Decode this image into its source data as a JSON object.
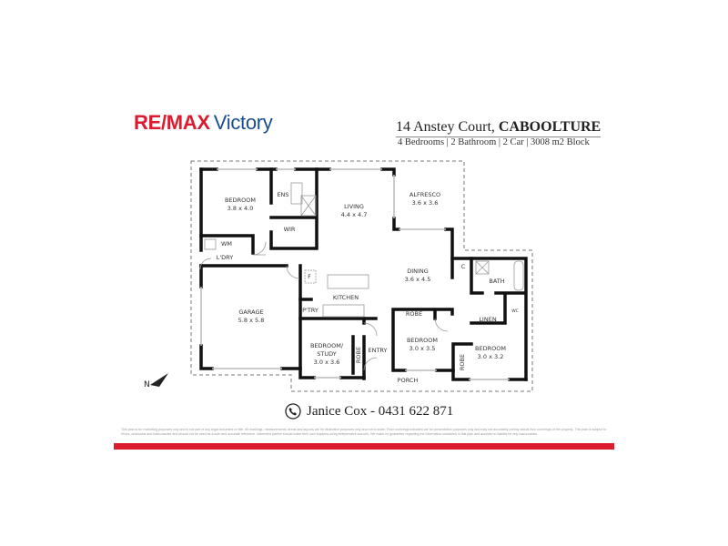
{
  "brand": {
    "part1": "RE/MAX",
    "part2": "Victory",
    "colors": {
      "red": "#dc1c2e",
      "blue": "#1a4e8f"
    }
  },
  "property": {
    "address": "14 Anstey Court,",
    "suburb": "CABOOLTURE",
    "summary": "4 Bedrooms | 2 Bathroom | 2 Car | 3008 m2 Block"
  },
  "rooms": [
    {
      "name": "BEDROOM",
      "size": "3.8 x 4.0"
    },
    {
      "name": "ENS",
      "size": ""
    },
    {
      "name": "WIR",
      "size": ""
    },
    {
      "name": "WM",
      "size": ""
    },
    {
      "name": "L'DRY",
      "size": ""
    },
    {
      "name": "LIVING",
      "size": "4.4 x 4.7"
    },
    {
      "name": "ALFRESCO",
      "size": "3.6 x 3.6"
    },
    {
      "name": "DINING",
      "size": "3.6 x 4.5"
    },
    {
      "name": "F",
      "size": ""
    },
    {
      "name": "KITCHEN",
      "size": ""
    },
    {
      "name": "P'TRY",
      "size": ""
    },
    {
      "name": "GARAGE",
      "size": "5.8 x 5.8"
    },
    {
      "name": "BEDROOM/",
      "size": "STUDY",
      "size2": "3.0 x 3.6"
    },
    {
      "name": "ROBE",
      "size": ""
    },
    {
      "name": "ENTRY",
      "size": ""
    },
    {
      "name": "ROBE",
      "size": ""
    },
    {
      "name": "BEDROOM",
      "size": "3.0 x 3.5"
    },
    {
      "name": "PORCH",
      "size": ""
    },
    {
      "name": "C",
      "size": ""
    },
    {
      "name": "BATH",
      "size": ""
    },
    {
      "name": "LINEN",
      "size": ""
    },
    {
      "name": "WC",
      "size": ""
    },
    {
      "name": "ROBE",
      "size": ""
    },
    {
      "name": "BEDROOM",
      "size": "3.0 x 3.2"
    }
  ],
  "compass": {
    "label": "N",
    "icon": "north-arrow-icon"
  },
  "contact": {
    "icon": "phone-icon",
    "text": "Janice Cox - 0431 622 871"
  },
  "disclaimer": "This plan is for marketing purposes only and is not part of any legal document or title. All markings, measurements, areas and layouts are for illustrative purposes only and not to scale. Floor coverings indicated are for presentation purposes only and may not accurately portray actual floor coverings of the property. This plan is subject to errors, omissions and inaccuracies and should not be used as a sole and accurate reference. Interested parties should make their own inquiries using independent sources. We make no guarantee regarding the information contained in this plan and accepts no liability for any inaccuracies."
}
